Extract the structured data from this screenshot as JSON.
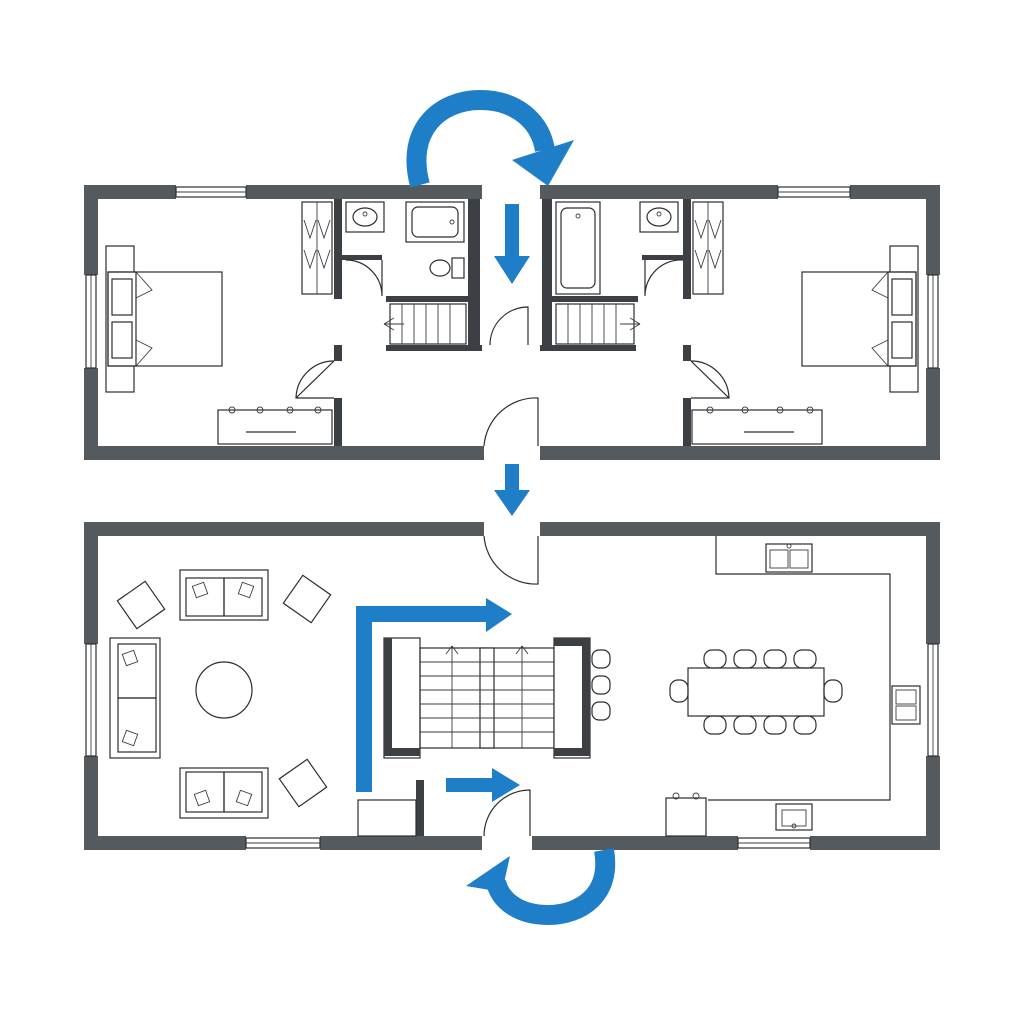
{
  "colors": {
    "wall": "#555a5f",
    "line": "#2a2d30",
    "flow_arrow": "#1e7ec8",
    "background": "#ffffff"
  },
  "upper_floor": {
    "rooms": [
      "bedroom-left",
      "bathroom-left",
      "stair-left",
      "hall",
      "stair-right",
      "bathroom-right",
      "bedroom-right"
    ]
  },
  "lower_floor": {
    "rooms": [
      "living-area",
      "central-stair",
      "dining-area",
      "kitchen"
    ]
  },
  "flow_arrows": [
    "top-loop-arrow",
    "upper-hall-down-arrow",
    "between-floors-down-arrow",
    "stair-up-arrow",
    "lower-entry-arrow",
    "bottom-loop-arrow"
  ]
}
